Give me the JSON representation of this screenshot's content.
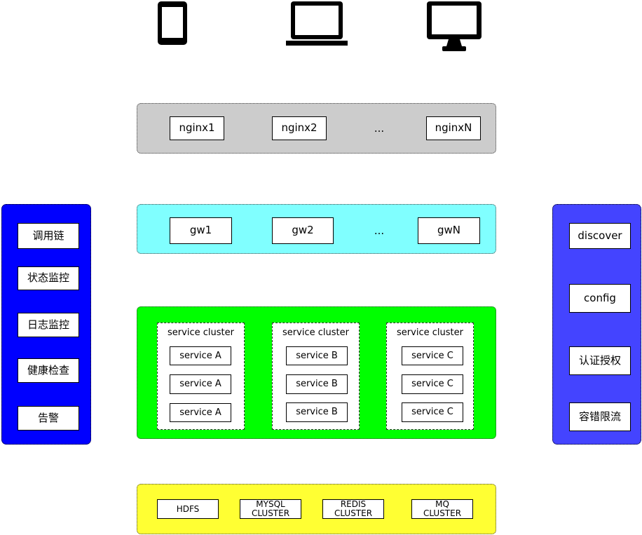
{
  "devices": [
    {
      "icon": "mobile-phone-icon"
    },
    {
      "icon": "laptop-icon"
    },
    {
      "icon": "desktop-monitor-icon"
    }
  ],
  "nginx_layer": {
    "color": "#cccccc",
    "items": [
      "nginx1",
      "nginx2",
      "nginxN"
    ],
    "ellipsis": "..."
  },
  "gateway_layer": {
    "color": "#80ffff",
    "items": [
      "gw1",
      "gw2",
      "gwN"
    ],
    "ellipsis": "..."
  },
  "service_layer": {
    "color": "#00ff00",
    "clusters": [
      {
        "title": "service cluster",
        "services": [
          "service A",
          "service A",
          "service A"
        ]
      },
      {
        "title": "service cluster",
        "services": [
          "service B",
          "service B",
          "service B"
        ]
      },
      {
        "title": "service cluster",
        "services": [
          "service C",
          "service C",
          "service C"
        ]
      }
    ]
  },
  "storage_layer": {
    "color": "#ffff33",
    "items": [
      "HDFS",
      "MYSQL\nCLUSTER",
      "REDIS\nCLUSTER",
      "MQ\nCLUSTER"
    ]
  },
  "left_panel": {
    "color": "#0000ff",
    "items": [
      "调用链",
      "状态监控",
      "日志监控",
      "健康检查",
      "告警"
    ]
  },
  "right_panel": {
    "color": "#4444ff",
    "items": [
      "discover",
      "config",
      "认证授权",
      "容错限流"
    ]
  }
}
